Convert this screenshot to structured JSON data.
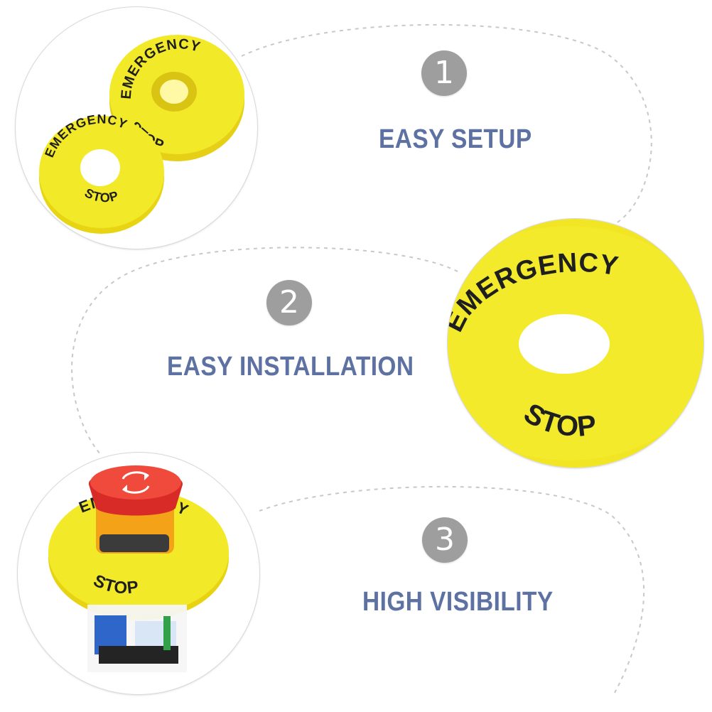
{
  "colors": {
    "title_blue": "#5e71a3",
    "badge_gray": "#9e9e9e",
    "ring_yellow": "#f2e928",
    "ring_yellow_dark": "#e1cc14",
    "button_red": "#d82a26",
    "guide_gray": "#c8c8c8"
  },
  "steps": [
    {
      "number": "1",
      "title": "EASY SETUP"
    },
    {
      "number": "2",
      "title": "EASY INSTALLATION"
    },
    {
      "number": "3",
      "title": "HIGH VISIBILITY"
    }
  ],
  "photos": [
    {
      "kind": "emergency-stop-ring-pair",
      "front_ring": {
        "top_text": "EMERGENCY",
        "bottom_text": "STOP"
      },
      "back_ring": {
        "top_text": "EMERGENCY",
        "bottom_text": "STOP"
      }
    },
    {
      "kind": "emergency-stop-ring-closeup",
      "ring": {
        "top_text": "EMERGENCY",
        "bottom_text": "STOP"
      }
    },
    {
      "kind": "emergency-stop-button-with-ring",
      "ring": {
        "top_text": "EMERGENCY",
        "bottom_text": "STOP"
      },
      "button_icon": "rotate-arrows-icon"
    }
  ]
}
